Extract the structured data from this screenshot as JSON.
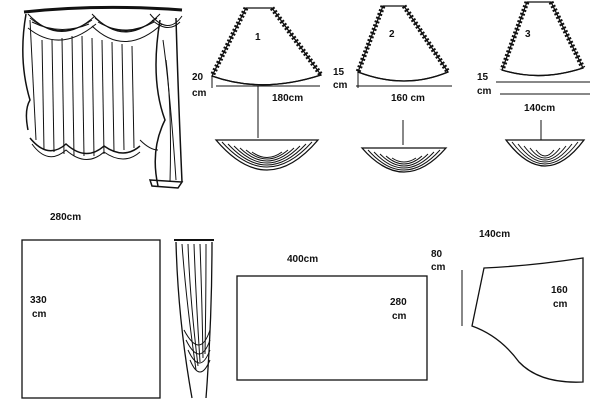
{
  "swags": [
    {
      "number": "1",
      "drop": "20",
      "drop_unit": "cm",
      "width": "180cm"
    },
    {
      "number": "2",
      "drop": "15",
      "drop_unit": "cm",
      "width": "160 cm"
    },
    {
      "number": "3",
      "drop": "15",
      "drop_unit": "cm",
      "width": "140cm"
    }
  ],
  "panels": {
    "main_width": "280cm",
    "main_height_value": "330",
    "main_height_unit": "cm",
    "valance_width": "400cm",
    "valance_inner_value": "280",
    "valance_inner_unit": "cm",
    "jabot_height": "80",
    "jabot_height_unit": "cm",
    "jabot_top": "140cm",
    "jabot_side_value": "160",
    "jabot_side_unit": "cm"
  }
}
